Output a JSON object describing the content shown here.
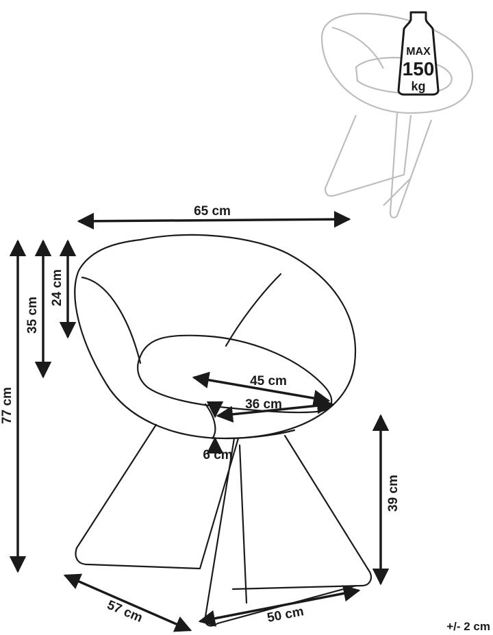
{
  "weight_badge": {
    "line1": "MAX",
    "line2": "150",
    "line3": "kg"
  },
  "dimensions": {
    "width": "65 cm",
    "height_total": "77 cm",
    "backrest_35": "35 cm",
    "backrest_24": "24 cm",
    "seat_width": "45 cm",
    "seat_depth": "36 cm",
    "cushion": "6 cm",
    "seat_height": "39 cm",
    "base_depth": "57 cm",
    "base_width": "50 cm"
  },
  "tolerance": "+/- 2 cm",
  "colors": {
    "line": "#1a1a1a",
    "faded": "#bdbdbd"
  }
}
